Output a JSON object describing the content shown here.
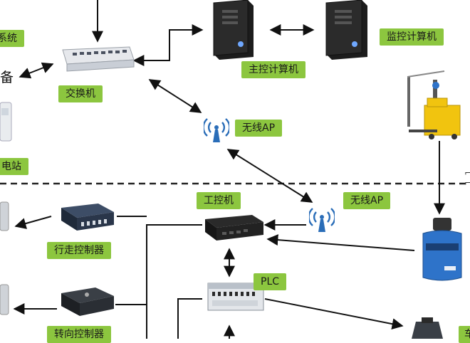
{
  "labels": {
    "system": "系统",
    "device": "备",
    "switch": "交换机",
    "master_computer": "主控计算机",
    "monitor_computer": "监控计算机",
    "wireless_ap_top": "无线AP",
    "charging_station": "电站",
    "ipc": "工控机",
    "wireless_ap_mid": "无线AP",
    "travel_controller": "行走控制器",
    "plc": "PLC",
    "steering_controller": "转向控制器",
    "right_edge_char": "车"
  },
  "colors": {
    "label_bg": "#8cc63f",
    "arrow": "#111111",
    "separator": "#222222",
    "forklift": "#f1c40f",
    "lidar": "#2e73c9",
    "wifi": "#2a6db8"
  },
  "icons": [
    "server-tower-icon",
    "network-switch-icon",
    "wifi-ap-icon",
    "forklift-icon",
    "industrial-pc-icon",
    "motor-controller-icon",
    "plc-icon",
    "lidar-sensor-icon"
  ]
}
